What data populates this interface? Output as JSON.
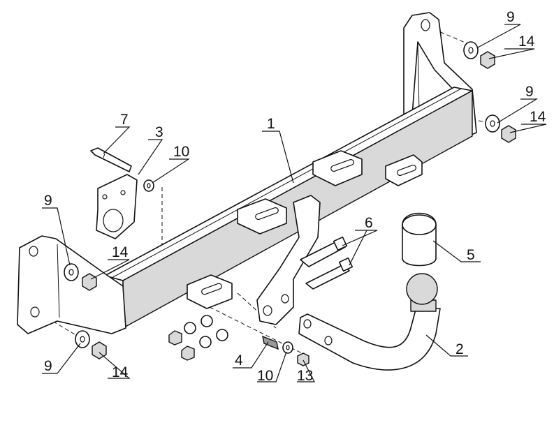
{
  "callouts": {
    "c1": "1",
    "c2": "2",
    "c3": "3",
    "c4": "4",
    "c5": "5",
    "c6": "6",
    "c7": "7",
    "c9a": "9",
    "c9b": "9",
    "c9c": "9",
    "c9d": "9",
    "c10a": "10",
    "c10b": "10",
    "c13": "13",
    "c14a": "14",
    "c14b": "14",
    "c14c": "14",
    "c14d": "14"
  }
}
